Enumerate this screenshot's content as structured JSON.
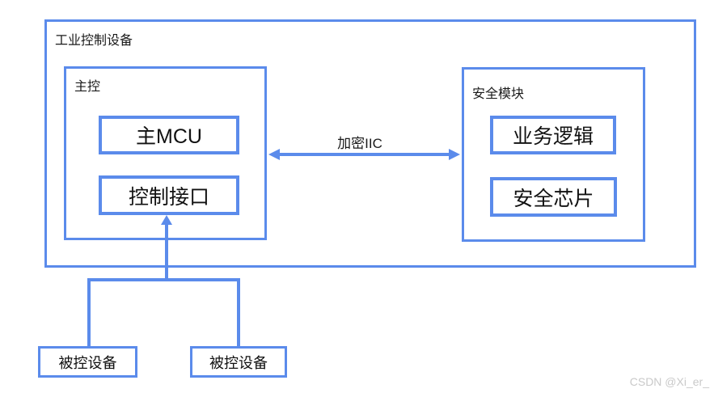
{
  "colors": {
    "line": "#5b8beb",
    "text": "#1a1a1a",
    "watermark": "#c9c9c9",
    "background": "#ffffff"
  },
  "outer_box": {
    "label": "工业控制设备"
  },
  "main_control": {
    "label": "主控",
    "children": [
      {
        "label": "主MCU"
      },
      {
        "label": "控制接口"
      }
    ]
  },
  "security_module": {
    "label": "安全模块",
    "children": [
      {
        "label": "业务逻辑"
      },
      {
        "label": "安全芯片"
      }
    ]
  },
  "bus_link": {
    "label": "加密IIC"
  },
  "controlled_devices": [
    {
      "label": "被控设备"
    },
    {
      "label": "被控设备"
    }
  ],
  "watermark": "CSDN @Xi_er_"
}
